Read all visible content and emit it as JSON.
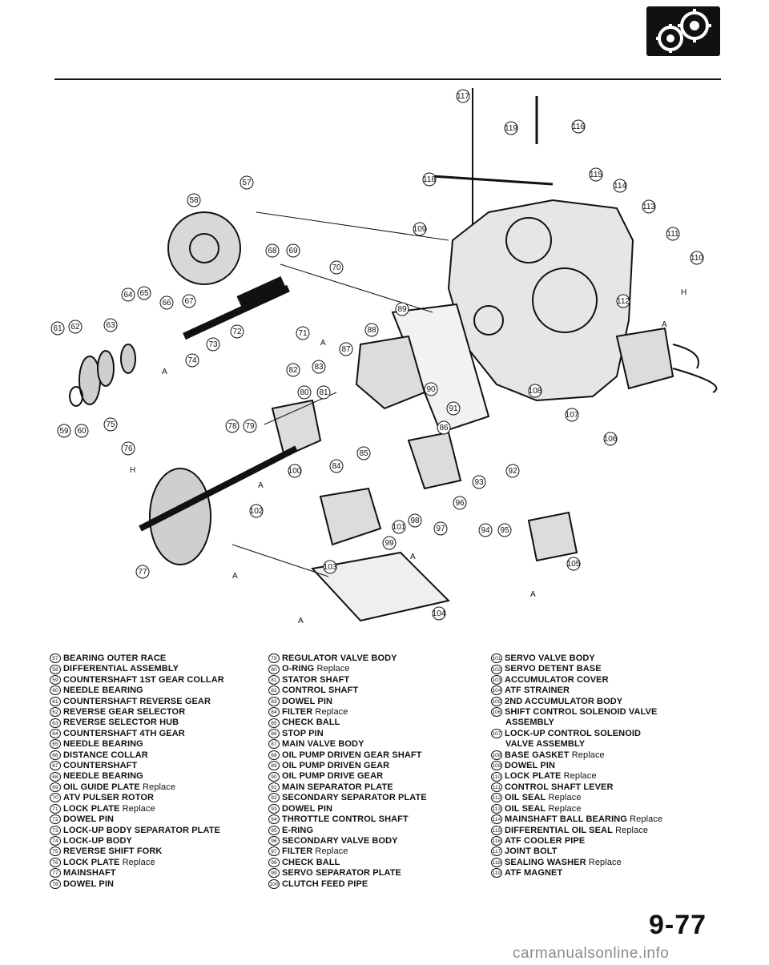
{
  "header": {
    "icon": "transmission-section-icon"
  },
  "diagram": {
    "callouts": [
      "57",
      "58",
      "59",
      "60",
      "61",
      "62",
      "63",
      "64",
      "65",
      "66",
      "67",
      "68",
      "69",
      "70",
      "71",
      "72",
      "73",
      "74",
      "75",
      "76",
      "77",
      "78",
      "79",
      "80",
      "81",
      "82",
      "83",
      "84",
      "85",
      "86",
      "87",
      "88",
      "89",
      "90",
      "91",
      "92",
      "93",
      "94",
      "95",
      "96",
      "97",
      "98",
      "99",
      "100",
      "101",
      "102",
      "103",
      "104",
      "105",
      "106",
      "107",
      "108",
      "109",
      "110",
      "111",
      "112",
      "113",
      "114",
      "115",
      "116",
      "117",
      "118",
      "119"
    ],
    "letter_labels": [
      "A",
      "A",
      "A",
      "A",
      "A",
      "A",
      "A",
      "A",
      "H",
      "H"
    ]
  },
  "legend": {
    "column_a": [
      {
        "num": "57",
        "name": "BEARING OUTER RACE",
        "note": ""
      },
      {
        "num": "58",
        "name": "DIFFERENTIAL ASSEMBLY",
        "note": ""
      },
      {
        "num": "59",
        "name": "COUNTERSHAFT 1ST GEAR COLLAR",
        "note": ""
      },
      {
        "num": "60",
        "name": "NEEDLE BEARING",
        "note": ""
      },
      {
        "num": "61",
        "name": "COUNTERSHAFT REVERSE GEAR",
        "note": ""
      },
      {
        "num": "62",
        "name": "REVERSE GEAR SELECTOR",
        "note": ""
      },
      {
        "num": "63",
        "name": "REVERSE SELECTOR HUB",
        "note": ""
      },
      {
        "num": "64",
        "name": "COUNTERSHAFT 4TH GEAR",
        "note": ""
      },
      {
        "num": "65",
        "name": "NEEDLE BEARING",
        "note": ""
      },
      {
        "num": "66",
        "name": "DISTANCE COLLAR",
        "note": ""
      },
      {
        "num": "67",
        "name": "COUNTERSHAFT",
        "note": ""
      },
      {
        "num": "68",
        "name": "NEEDLE BEARING",
        "note": ""
      },
      {
        "num": "69",
        "name": "OIL GUIDE PLATE",
        "note": "Replace"
      },
      {
        "num": "70",
        "name": "ATV PULSER ROTOR",
        "note": ""
      },
      {
        "num": "71",
        "name": "LOCK PLATE",
        "note": "Replace"
      },
      {
        "num": "72",
        "name": "DOWEL PIN",
        "note": ""
      },
      {
        "num": "73",
        "name": "LOCK-UP BODY SEPARATOR PLATE",
        "note": ""
      },
      {
        "num": "74",
        "name": "LOCK-UP BODY",
        "note": ""
      },
      {
        "num": "75",
        "name": "REVERSE SHIFT FORK",
        "note": ""
      },
      {
        "num": "76",
        "name": "LOCK PLATE",
        "note": "Replace"
      },
      {
        "num": "77",
        "name": "MAINSHAFT",
        "note": ""
      },
      {
        "num": "78",
        "name": "DOWEL PIN",
        "note": ""
      }
    ],
    "column_b": [
      {
        "num": "79",
        "name": "REGULATOR VALVE BODY",
        "note": ""
      },
      {
        "num": "80",
        "name": "O-RING",
        "note": "Replace"
      },
      {
        "num": "81",
        "name": "STATOR SHAFT",
        "note": ""
      },
      {
        "num": "82",
        "name": "CONTROL SHAFT",
        "note": ""
      },
      {
        "num": "83",
        "name": "DOWEL PIN",
        "note": ""
      },
      {
        "num": "84",
        "name": "FILTER",
        "note": "Replace"
      },
      {
        "num": "85",
        "name": "CHECK BALL",
        "note": ""
      },
      {
        "num": "86",
        "name": "STOP PIN",
        "note": ""
      },
      {
        "num": "87",
        "name": "MAIN VALVE BODY",
        "note": ""
      },
      {
        "num": "88",
        "name": "OIL PUMP DRIVEN GEAR SHAFT",
        "note": ""
      },
      {
        "num": "89",
        "name": "OIL PUMP DRIVEN GEAR",
        "note": ""
      },
      {
        "num": "90",
        "name": "OIL PUMP DRIVE GEAR",
        "note": ""
      },
      {
        "num": "91",
        "name": "MAIN SEPARATOR PLATE",
        "note": ""
      },
      {
        "num": "92",
        "name": "SECONDARY SEPARATOR PLATE",
        "note": ""
      },
      {
        "num": "93",
        "name": "DOWEL PIN",
        "note": ""
      },
      {
        "num": "94",
        "name": "THROTTLE CONTROL SHAFT",
        "note": ""
      },
      {
        "num": "95",
        "name": "E-RING",
        "note": ""
      },
      {
        "num": "96",
        "name": "SECONDARY VALVE BODY",
        "note": ""
      },
      {
        "num": "97",
        "name": "FILTER",
        "note": "Replace"
      },
      {
        "num": "98",
        "name": "CHECK BALL",
        "note": ""
      },
      {
        "num": "99",
        "name": "SERVO SEPARATOR PLATE",
        "note": ""
      },
      {
        "num": "100",
        "name": "CLUTCH FEED PIPE",
        "note": ""
      }
    ],
    "column_c": [
      {
        "num": "101",
        "name": "SERVO VALVE BODY",
        "note": "",
        "cont": ""
      },
      {
        "num": "102",
        "name": "SERVO DETENT BASE",
        "note": "",
        "cont": ""
      },
      {
        "num": "103",
        "name": "ACCUMULATOR COVER",
        "note": "",
        "cont": ""
      },
      {
        "num": "104",
        "name": "ATF STRAINER",
        "note": "",
        "cont": ""
      },
      {
        "num": "105",
        "name": "2ND ACCUMULATOR BODY",
        "note": "",
        "cont": ""
      },
      {
        "num": "106",
        "name": "SHIFT CONTROL SOLENOID VALVE",
        "note": "",
        "cont": "ASSEMBLY"
      },
      {
        "num": "107",
        "name": "LOCK-UP CONTROL SOLENOID",
        "note": "",
        "cont": "VALVE ASSEMBLY"
      },
      {
        "num": "108",
        "name": "BASE GASKET",
        "note": "Replace",
        "cont": ""
      },
      {
        "num": "109",
        "name": "DOWEL PIN",
        "note": "",
        "cont": ""
      },
      {
        "num": "110",
        "name": "LOCK PLATE",
        "note": "Replace",
        "cont": ""
      },
      {
        "num": "111",
        "name": "CONTROL SHAFT LEVER",
        "note": "",
        "cont": ""
      },
      {
        "num": "112",
        "name": "OIL SEAL",
        "note": "Replace",
        "cont": ""
      },
      {
        "num": "113",
        "name": "OIL SEAL",
        "note": "Replace",
        "cont": ""
      },
      {
        "num": "114",
        "name": "MAINSHAFT BALL BEARING",
        "note": "Replace",
        "cont": ""
      },
      {
        "num": "115",
        "name": "DIFFERENTIAL OIL SEAL",
        "note": "Replace",
        "cont": ""
      },
      {
        "num": "116",
        "name": "ATF COOLER PIPE",
        "note": "",
        "cont": ""
      },
      {
        "num": "117",
        "name": "JOINT BOLT",
        "note": "",
        "cont": ""
      },
      {
        "num": "118",
        "name": "SEALING WASHER",
        "note": "Replace",
        "cont": ""
      },
      {
        "num": "119",
        "name": "ATF MAGNET",
        "note": "",
        "cont": ""
      }
    ]
  },
  "page_number": "9-77",
  "watermark": "carmanualsonline.info"
}
